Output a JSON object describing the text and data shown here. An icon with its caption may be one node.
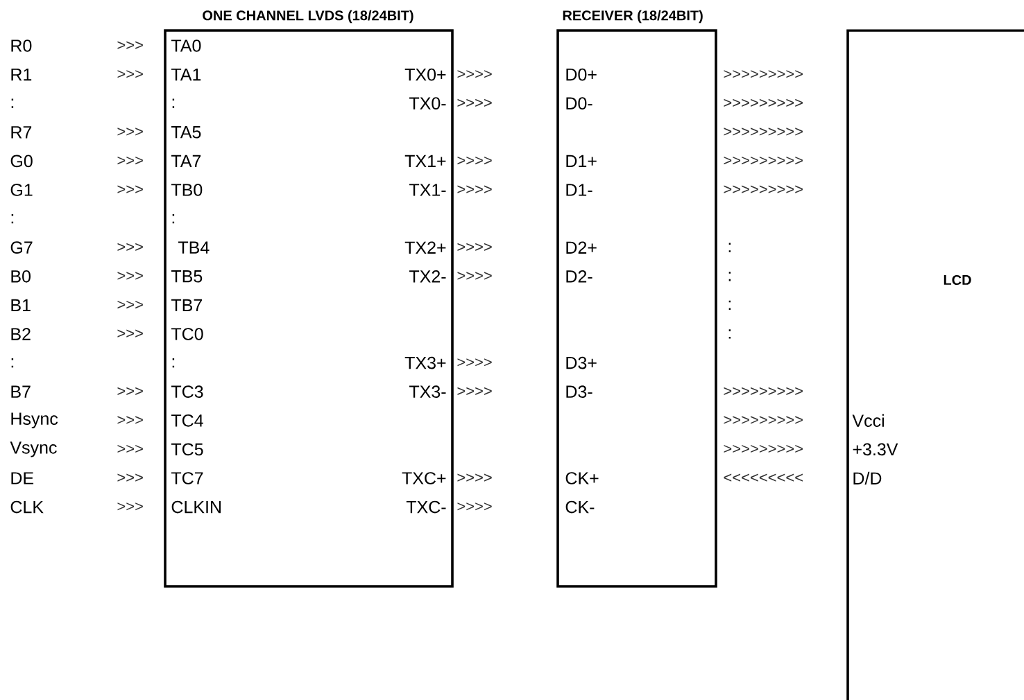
{
  "diagram": {
    "nodes": [
      {
        "text": [
          "ONE CHANNEL LVDS (18/24BIT)",
          "TA0",
          "TA1",
          ":",
          "TA5",
          "TA7",
          "TB0",
          ":",
          "TB4",
          "TB5",
          "TB7",
          "TC0",
          ":",
          "TC3",
          "TC4",
          "TC5",
          "TC7",
          "CLKIN",
          "TX0+",
          "TX0-",
          "TX1+",
          "TX1-",
          "TX2+",
          "TX2-",
          "TX3+",
          "TX3-",
          "TXC+",
          "TXC-"
        ]
      },
      {
        "text": [
          "RECEIVER (18/24BIT)",
          "D0+",
          "D0-",
          "D1+",
          "D1-",
          "D2+",
          "D2-",
          "D3+",
          "D3-",
          "CK+",
          "CK-"
        ]
      },
      {
        "text": [
          "LCD",
          "Vcci",
          "+3.3V",
          "D/D"
        ]
      }
    ],
    "labels": [
      "R0",
      ">>>",
      "R1",
      ">>>",
      ">>>>",
      ">>>>>>>>>",
      ":",
      ">>>>",
      ">>>>>>>>>",
      "R7",
      ">>>",
      ">>>>>>>>>",
      "G0",
      ">>>",
      ">>>>",
      ">>>>>>>>>",
      "G1",
      ">>>",
      ">>>>",
      ">>>>>>>>>",
      ":",
      "G7",
      ">>>",
      ">>>>",
      ":",
      "B0",
      ">>>",
      ">>>>",
      ":",
      "B1",
      ">>>",
      ":",
      "B2",
      ">>>",
      ":",
      ":",
      ">>>>",
      "B7",
      ">>>",
      ">>>>",
      ">>>>>>>>>",
      "Hsync",
      ">>>",
      ">>>>>>>>>",
      "Vsync",
      ">>>",
      ">>>>>>>>>",
      "DE",
      ">>>",
      ">>>>",
      "<<<<<<<<<",
      "CLK",
      ">>>",
      ">>>>"
    ]
  }
}
